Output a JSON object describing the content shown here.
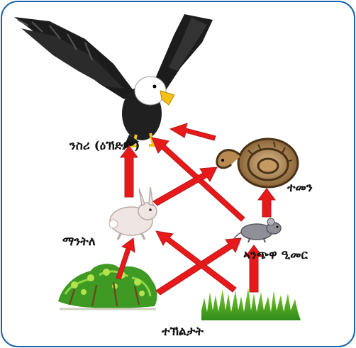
{
  "diagram": {
    "border_color": "#1b63a6",
    "arrow_color": "#e8191b",
    "arrow_outline": "#b31b1b",
    "labels": {
      "eagle": "ንስሪ (ዕኽድም)",
      "snake": "ተመን",
      "rabbit": "ማንትለ",
      "mouse": "ኣንጭዋ ዒመር",
      "plants": "ተኽልታት"
    },
    "organisms": [
      {
        "id": "eagle",
        "icon": "eagle-icon"
      },
      {
        "id": "snake",
        "icon": "snake-icon"
      },
      {
        "id": "rabbit",
        "icon": "rabbit-icon"
      },
      {
        "id": "mouse",
        "icon": "mouse-icon"
      },
      {
        "id": "bush",
        "icon": "bush-icon"
      },
      {
        "id": "grass",
        "icon": "grass-icon"
      }
    ],
    "arrows": [
      {
        "from": "rabbit",
        "to": "eagle"
      },
      {
        "from": "mouse",
        "to": "eagle"
      },
      {
        "from": "snake",
        "to": "eagle"
      },
      {
        "from": "rabbit",
        "to": "snake"
      },
      {
        "from": "mouse",
        "to": "snake"
      },
      {
        "from": "bush",
        "to": "rabbit"
      },
      {
        "from": "bush",
        "to": "mouse"
      },
      {
        "from": "grass",
        "to": "rabbit"
      },
      {
        "from": "grass",
        "to": "mouse"
      }
    ]
  }
}
